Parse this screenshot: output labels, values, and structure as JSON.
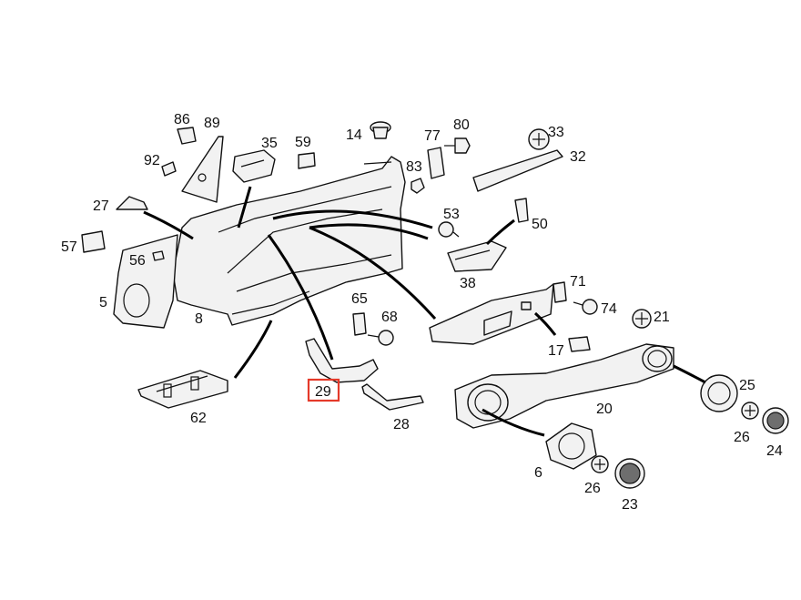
{
  "callouts": {
    "c86": "86",
    "c89": "89",
    "c92": "92",
    "c27": "27",
    "c57": "57",
    "c56": "56",
    "c5": "5",
    "c8": "8",
    "c35": "35",
    "c59": "59",
    "c14": "14",
    "c77": "77",
    "c80": "80",
    "c83": "83",
    "c33": "33",
    "c32": "32",
    "c53": "53",
    "c50": "50",
    "c38": "38",
    "c65": "65",
    "c68": "68",
    "c71": "71",
    "c74": "74",
    "c21": "21",
    "c17": "17",
    "c29": "29",
    "c28": "28",
    "c62": "62",
    "c20": "20",
    "c25": "25",
    "c26a": "26",
    "c24": "24",
    "c6": "6",
    "c26b": "26",
    "c23": "23"
  },
  "highlight": {
    "part": "29",
    "color": "#e53a2a"
  }
}
